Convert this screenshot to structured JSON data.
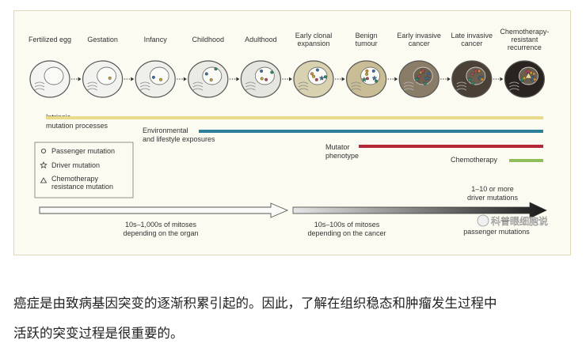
{
  "figure": {
    "stages": [
      {
        "label": [
          "Fertilized egg"
        ],
        "mutation_level": 0,
        "shade": "#f4f4f2"
      },
      {
        "label": [
          "Gestation"
        ],
        "mutation_level": 1,
        "shade": "#f2f2ef"
      },
      {
        "label": [
          "Infancy"
        ],
        "mutation_level": 2,
        "shade": "#efefeb"
      },
      {
        "label": [
          "Childhood"
        ],
        "mutation_level": 3,
        "shade": "#ebebe6"
      },
      {
        "label": [
          "Adulthood"
        ],
        "mutation_level": 4,
        "shade": "#e6e6e0"
      },
      {
        "label": [
          "Early clonal",
          "expansion"
        ],
        "mutation_level": 5,
        "shade": "#d9d2b0"
      },
      {
        "label": [
          "Benign",
          "tumour"
        ],
        "mutation_level": 6,
        "shade": "#c9bd95"
      },
      {
        "label": [
          "Early invasive",
          "cancer"
        ],
        "mutation_level": 7,
        "shade": "#8a7d68"
      },
      {
        "label": [
          "Late invasive",
          "cancer"
        ],
        "mutation_level": 8,
        "shade": "#4a4036"
      },
      {
        "label": [
          "Chemotherapy-",
          "resistant",
          "recurrence"
        ],
        "mutation_level": 9,
        "shade": "#2a2420"
      }
    ],
    "processes": [
      {
        "label": [
          "Intrinsic",
          "mutation processes"
        ],
        "color": "#e8db8a"
      },
      {
        "label": [
          "Environmental",
          "and lifestyle exposures"
        ],
        "color": "#2e7f9a"
      },
      {
        "label": [
          "Mutator",
          "phenotype"
        ],
        "color": "#b32832"
      },
      {
        "label": [
          "Chemotherapy"
        ],
        "color": "#8fbf5a"
      }
    ],
    "legend": [
      {
        "symbol": "circle",
        "label": [
          "Passenger mutation"
        ]
      },
      {
        "symbol": "star",
        "label": [
          "Driver mutation"
        ]
      },
      {
        "symbol": "triangle",
        "label": [
          "Chemotherapy",
          "resistance mutation"
        ]
      }
    ],
    "timeline": [
      {
        "label": [
          "10s–1,000s of mitoses",
          "depending on the organ"
        ]
      },
      {
        "label": [
          "10s–100s of mitoses",
          "depending on the cancer"
        ]
      }
    ],
    "driver_note": [
      "1–10 or more",
      "driver mutations"
    ],
    "passenger_note": "passenger mutations",
    "watermark": "科普眼细胞说"
  },
  "caption": {
    "line1": "癌症是由致病基因突变的逐渐积累引起的。因此，了解在组织稳态和肿瘤发生过程中",
    "line2": "活跃的突变过程是很重要的。"
  },
  "colors": {
    "arrow_dark": "#1a1a1a",
    "arrow_light": "#e6e6e6"
  }
}
